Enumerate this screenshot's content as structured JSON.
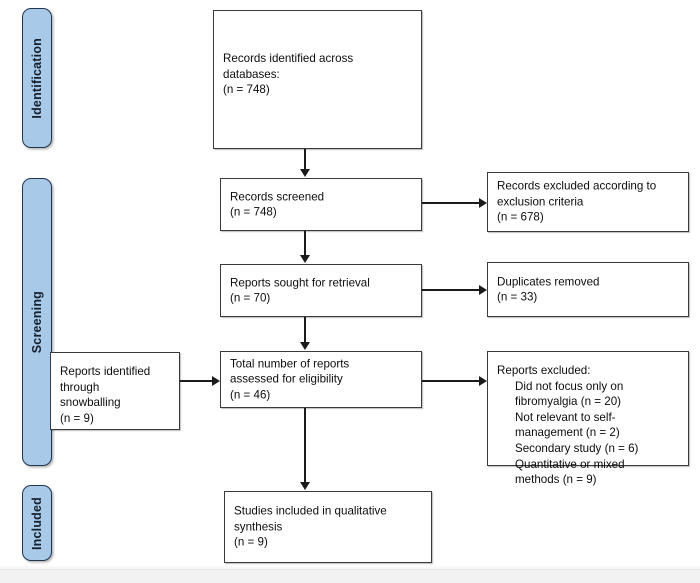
{
  "diagram": {
    "title": "PRISMA flow diagram",
    "accent_color": "#a9c9e8",
    "border_color": "#22364f",
    "box_border_color": "#3a3a3a"
  },
  "stages": [
    {
      "id": "identification",
      "label": "Identification"
    },
    {
      "id": "screening",
      "label": "Screening"
    },
    {
      "id": "included",
      "label": "Included"
    }
  ],
  "boxes": {
    "records_identified": "Records identified across\ndatabases:\n(n = 748)",
    "records_screened": "Records screened\n(n = 748)",
    "records_excluded": "Records excluded according to\nexclusion criteria\n(n = 678)",
    "reports_sought": "Reports sought for retrieval\n(n = 70)",
    "duplicates_removed": "Duplicates removed\n(n = 33)",
    "snowballing": "Reports identified\nthrough\nsnowballing\n(n = 9)",
    "reports_assessed": "Total number of reports\nassessed for eligibility\n(n = 46)",
    "reports_excluded_heading": "Reports excluded:",
    "reports_excluded_items": [
      "Did not focus only on\nfibromyalgia (n = 20)",
      "Not relevant to self-\nmanagement (n = 2)",
      "Secondary study (n = 6)",
      "Quantitative or mixed\nmethods (n = 9)"
    ],
    "studies_included": "Studies included in qualitative\nsynthesis\n(n = 9)"
  }
}
